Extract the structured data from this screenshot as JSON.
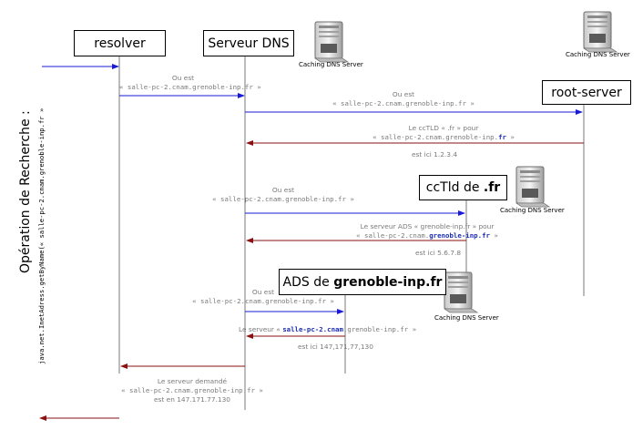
{
  "side": {
    "title": "Opération de Recherche :",
    "code": "java.net.InetAdress.getByName(« salle-pc-2.cnam.grenoble-inp.fr »"
  },
  "actors": {
    "resolver": "resolver",
    "serveur_dns": "Serveur DNS",
    "root_server": "root-server",
    "cctld_prefix": "ccTld de ",
    "cctld_bold": ".fr",
    "ads_prefix": "ADS de ",
    "ads_bold": "grenoble-inp.fr"
  },
  "server_caption": "Caching DNS Server",
  "messages": {
    "m1_line1": "Ou est",
    "m1_line2": "« salle-pc-2.cnam.grenoble-inp.fr »",
    "m2_line1": "Ou est",
    "m2_line2": "« salle-pc-2.cnam.grenoble-inp.fr »",
    "m3_line1": "Le ccTLD « .fr » pour",
    "m3_line2_pre": "« salle-pc-2.cnam.grenoble-inp.",
    "m3_line2_hl": "fr",
    "m3_line2_post": " »",
    "m3_line3": "est ici  1.2.3.4",
    "m4_line1": "Ou est",
    "m4_line2": "« salle-pc-2.cnam.grenoble-inp.fr »",
    "m5_line1": "Le serveur  ADS « grenoble-inp.fr » pour",
    "m5_line2_pre": "« salle-pc-2.cnam.",
    "m5_line2_hl": "grenoble-inp.fr",
    "m5_line2_post": " »",
    "m5_line3": "est ici  5.6.7.8",
    "m6_line1": "Ou est",
    "m6_line2": "« salle-pc-2.cnam.grenoble-inp.fr »",
    "m7_pre": "Le serveur « ",
    "m7_hl": "salle-pc-2.cnam",
    "m7_post": ".grenoble-inp.fr »",
    "m7_line2": "est ici  147,171,77,130",
    "m8_line1": "Le serveur demandé",
    "m8_line2": "« salle-pc-2.cnam.grenoble-inp.fr »",
    "m8_line3": "est en 147.171.77.130"
  },
  "colors": {
    "request": "#1a1ad6",
    "response": "#8b1010",
    "lifeline": "#7a7a7a",
    "label": "#7a7a7a",
    "highlight": "#1b2db0"
  },
  "icons": [
    "server-icon",
    "server-icon",
    "server-icon",
    "server-icon"
  ]
}
